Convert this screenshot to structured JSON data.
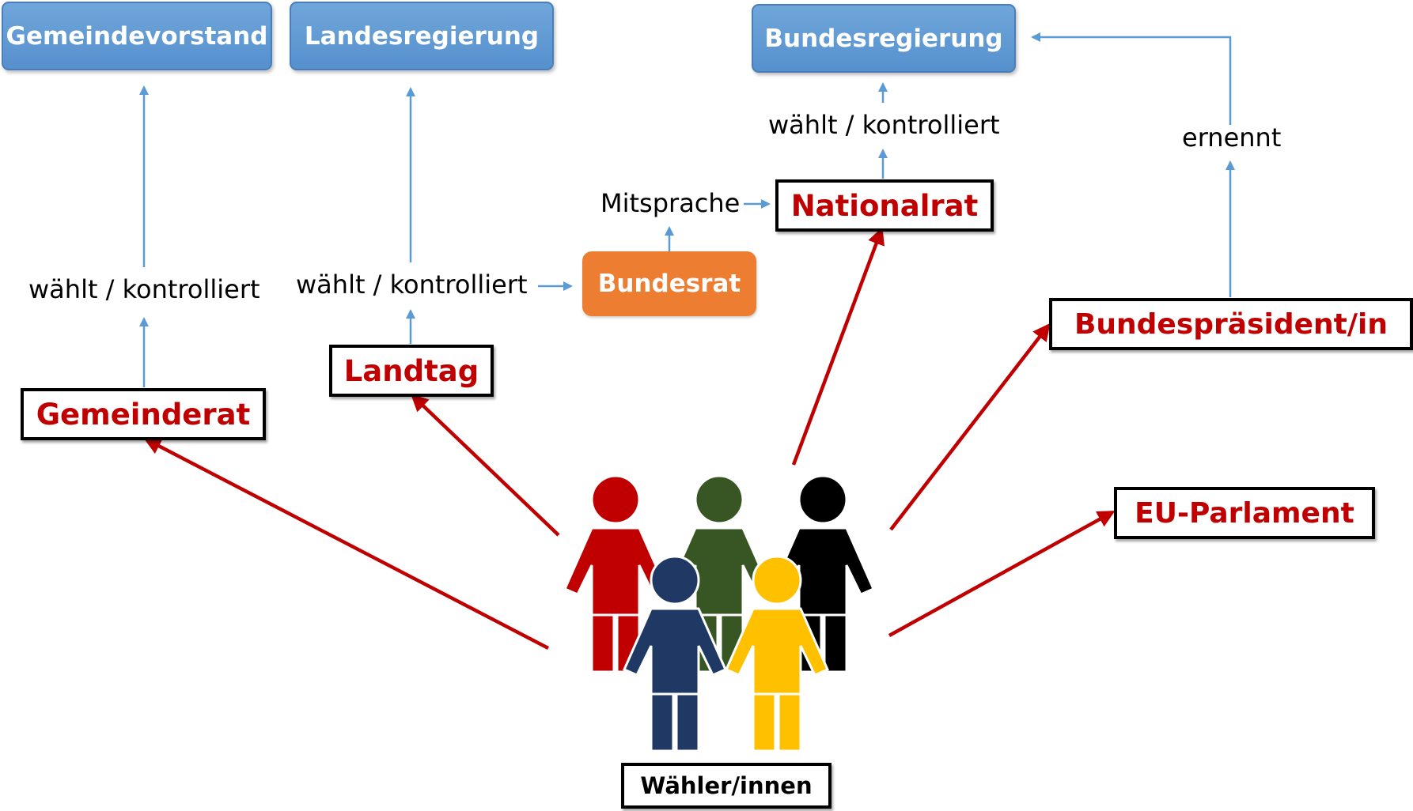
{
  "top_boxes": {
    "gemeindevorstand": "Gemeindevorstand",
    "landesregierung": "Landesregierung",
    "bundesregierung": "Bundesregierung"
  },
  "bundesrat": "Bundesrat",
  "bodies": {
    "gemeinderat": "Gemeinderat",
    "landtag": "Landtag",
    "nationalrat": "Nationalrat",
    "bundespraesident": "Bundespräsident/in",
    "eu_parlament": "EU-Parlament"
  },
  "labels": {
    "waehlt_1": "wählt / kontrolliert",
    "waehlt_2": "wählt / kontrolliert",
    "waehlt_3": "wählt / kontrolliert",
    "mitsprache": "Mitsprache",
    "ernennt": "ernennt"
  },
  "voters": "Wähler/innen",
  "figure_colors": [
    "#c00000",
    "#375623",
    "#000000",
    "#1f3864",
    "#ffc000"
  ],
  "colors": {
    "blue_box": "#5b9bd5",
    "blue_arrow": "#5b9bd5",
    "orange_box": "#ed7d31",
    "red_text": "#c00000",
    "red_arrow": "#c00000"
  }
}
